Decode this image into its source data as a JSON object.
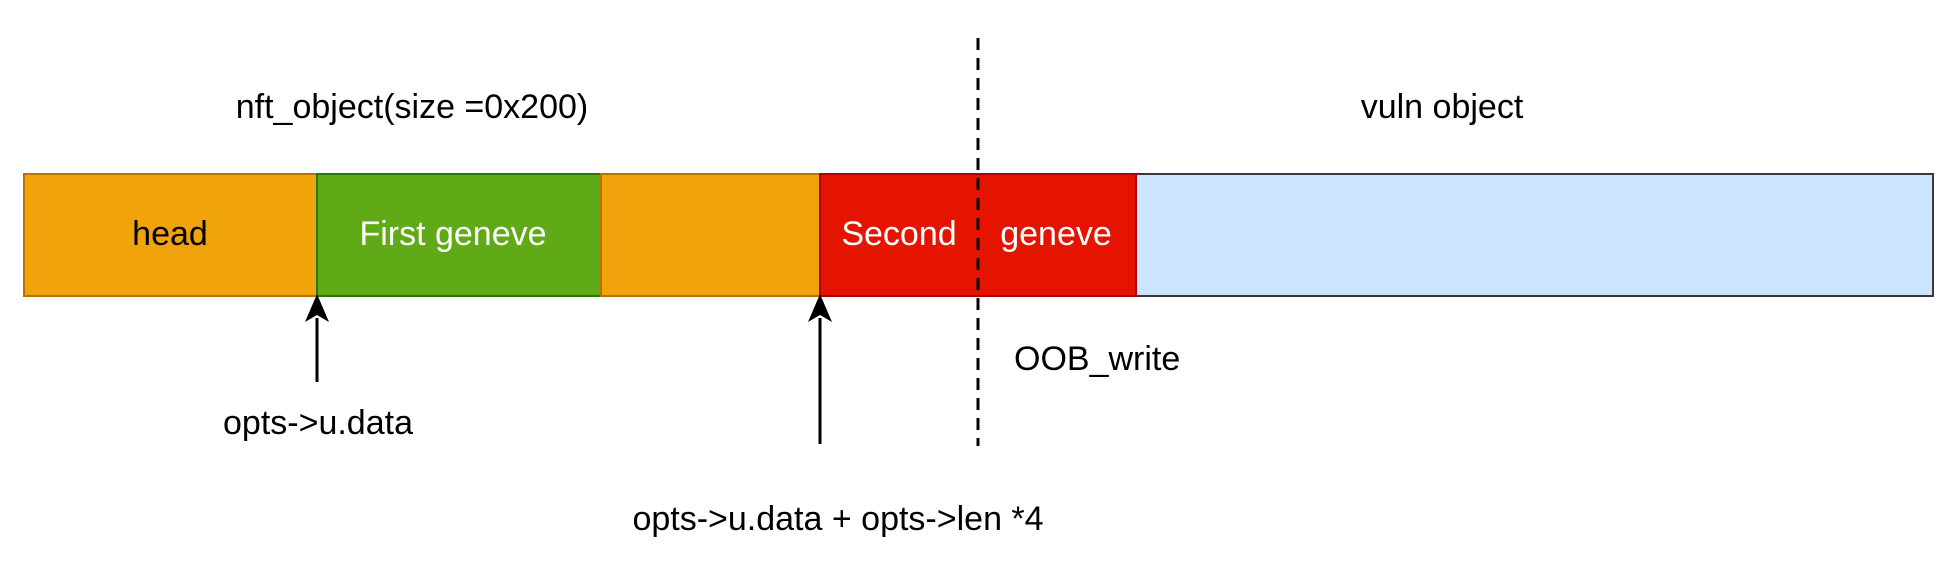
{
  "labels": {
    "nft_object": "nft_object(size =0x200)",
    "vuln_object": "vuln object",
    "head": "head",
    "first_geneve": "First geneve",
    "second": "Second",
    "geneve": "geneve",
    "oob_write": "OOB_write",
    "pointer_data": "opts->u.data",
    "pointer_data_len": "opts->u.data + opts->len *4"
  },
  "colors": {
    "head_fill": "#f0a30a",
    "head_stroke": "#bd7000",
    "first_geneve_fill": "#60a917",
    "first_geneve_stroke": "#2d7600",
    "second_geneve_fill": "#e51400",
    "second_geneve_stroke": "#b20000",
    "vuln_fill": "#cce5ff",
    "vuln_stroke": "#36393d",
    "text_dark": "#000000",
    "text_light": "#ffffff",
    "line": "#000000"
  }
}
